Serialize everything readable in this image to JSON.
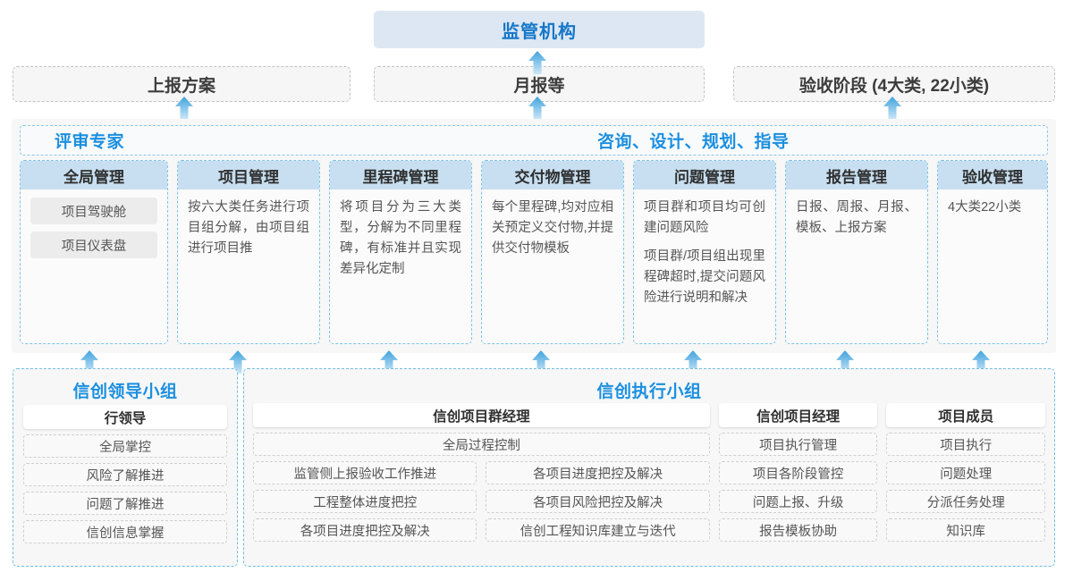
{
  "top": {
    "regulator": "监管机构",
    "reports": [
      "上报方案",
      "月报等",
      "验收阶段 (4大类, 22小类)"
    ]
  },
  "middle": {
    "header_left": "评审专家",
    "header_mid": "咨询、设计、规划、指导",
    "columns": [
      {
        "title": "全局管理",
        "chips": [
          "项目驾驶舱",
          "项目仪表盘"
        ],
        "paragraphs": []
      },
      {
        "title": "项目管理",
        "chips": [],
        "paragraphs": [
          "按六大类任务进行项目组分解，由项目组进行项目推"
        ]
      },
      {
        "title": "里程碑管理",
        "chips": [],
        "paragraphs": [
          "将项目分为三大类型，分解为不同里程碑，有标准并且实现差异化定制"
        ]
      },
      {
        "title": "交付物管理",
        "chips": [],
        "paragraphs": [
          "每个里程碑,均对应相关预定义交付物,并提供交付物模板"
        ]
      },
      {
        "title": "问题管理",
        "chips": [],
        "paragraphs": [
          "项目群和项目均可创建问题风险",
          "项目群/项目组出现里程碑超时,提交问题风险进行说明和解决"
        ]
      },
      {
        "title": "报告管理",
        "chips": [],
        "paragraphs": [
          "日报、周报、月报、模板、上报方案"
        ]
      },
      {
        "title": "验收管理",
        "chips": [],
        "paragraphs": [
          "4大类22小类"
        ]
      }
    ]
  },
  "bottom": {
    "leadership": {
      "group_title": "信创领导小组",
      "role": "行领导",
      "items": [
        "全局掌控",
        "风险了解推进",
        "问题了解推进",
        "信创信息掌握"
      ]
    },
    "execution": {
      "group_title": "信创执行小组",
      "program_manager": {
        "role": "信创项目群经理",
        "full_width_item": "全局过程控制",
        "left_items": [
          "监管侧上报验收工作推进",
          "工程整体进度把控",
          "各项目进度把控及解决"
        ],
        "right_items": [
          "各项目进度把控及解决",
          "各项目风险把控及解决",
          "信创工程知识库建立与迭代"
        ]
      },
      "project_manager": {
        "role": "信创项目经理",
        "items": [
          "项目执行管理",
          "项目各阶段管控",
          "问题上报、升级",
          "报告模板协助"
        ]
      },
      "members": {
        "role": "项目成员",
        "items": [
          "项目执行",
          "问题处理",
          "分派任务处理",
          "知识库"
        ]
      }
    }
  },
  "colors": {
    "accent_blue": "#1b8fe0",
    "header_fill": "#c7dff0",
    "regulator_fill": "#dde7f3",
    "arrow_blue": "#4aa8de"
  },
  "arrows": {
    "top_row_label": "arrow-up",
    "top_row_x": [
      205,
      600,
      997
    ],
    "mid_row_x": [
      100,
      266,
      432,
      598,
      765,
      931,
      1097
    ]
  }
}
